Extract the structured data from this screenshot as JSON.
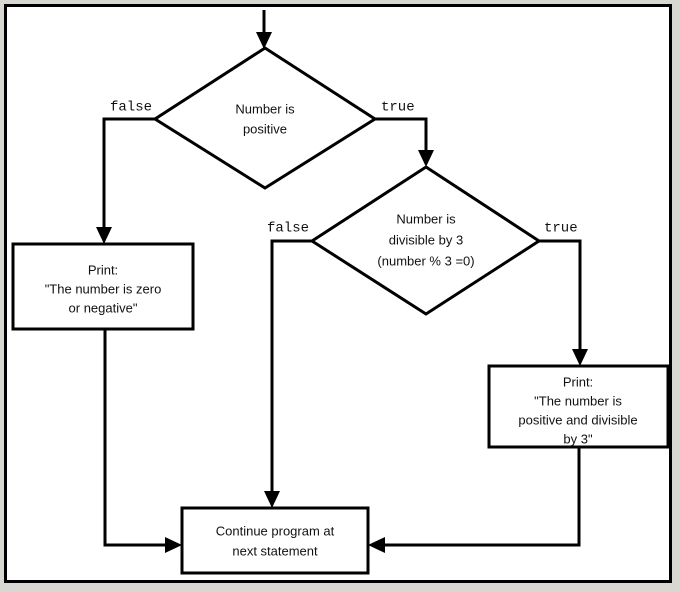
{
  "figure": {
    "kind": "flowchart",
    "background_color": "#d9d7d2",
    "canvas_color": "#ffffff",
    "line_color": "#000000",
    "text_color": "#111111"
  },
  "nodes": {
    "decision_positive": {
      "type": "decision",
      "line1": "Number is",
      "line2": "positive"
    },
    "decision_divisible": {
      "type": "decision",
      "line1": "Number is",
      "line2": "divisible by 3",
      "line3": "(number % 3 =0)"
    },
    "print_zero_or_negative": {
      "type": "process",
      "line1": "Print:",
      "line2": "\"The number is zero",
      "line3": "or negative\""
    },
    "print_positive_divisible": {
      "type": "process",
      "line1": "Print:",
      "line2": "\"The number is",
      "line3": "positive and divisible",
      "line4": "by 3\""
    },
    "continue_program": {
      "type": "process",
      "line1": "Continue program at",
      "line2": "next statement"
    }
  },
  "edge_labels": {
    "positive_false": "false",
    "positive_true": "true",
    "divisible_false": "false",
    "divisible_true": "true"
  }
}
